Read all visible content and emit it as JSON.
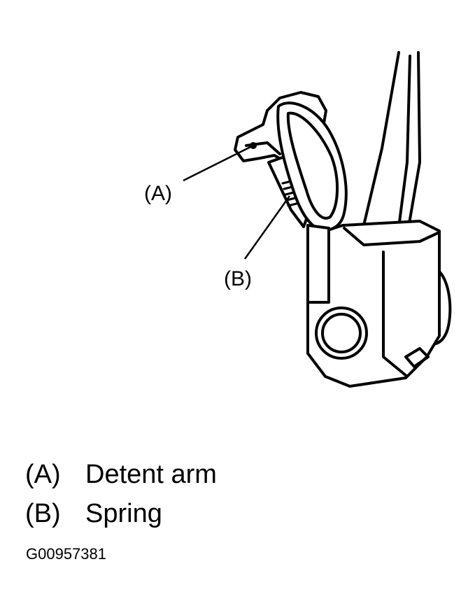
{
  "callouts": [
    {
      "key": "(A)",
      "desc": "Detent arm"
    },
    {
      "key": "(B)",
      "desc": "Spring"
    }
  ],
  "figure_id": "G00957381"
}
